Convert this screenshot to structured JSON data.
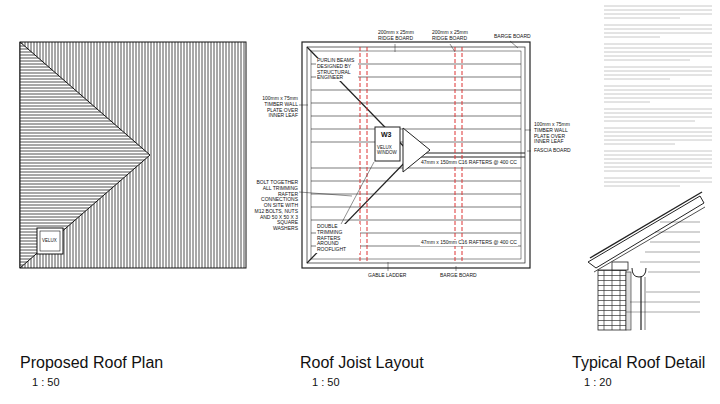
{
  "diagram": {
    "labels": [
      "Proposed Roof Plan",
      "1 : 50",
      "Roof Joist Layout",
      "1 : 50",
      "Typical Roof Detail",
      "1 : 20",
      "VELUX",
      "PURLIN BEAMS DESIGNED BY STRUCTURAL ENGINEER",
      "200mm x 25mm RIDGE BOARD",
      "200mm x 25mm RIDGE BOARD",
      "BARGE BOARD",
      "100mm x 75mm TIMBER WALL PLATE OVER INNER LEAF",
      "100mm x 75mm TIMBER WALL PLATE OVER INNER LEAF",
      "FASCIA BOARD",
      "BOLT TOGETHER ALL TRIMMING RAFTER CONNECTIONS ON SITE WITH M12 BOLTS, NUTS AND 50 X 50 X 3 SQUARE WASHERS",
      "W3",
      "VELUX WINDOW",
      "DOUBLE TRIMMING RAFTERS AROUND ROOFLIGHT",
      "47mm x 150mm C16 RAFTERS @ 400 CC",
      "47mm x 150mm C16 RAFTERS @ 400 CC",
      "GABLE LADDER",
      "BARGE BOARD"
    ]
  }
}
